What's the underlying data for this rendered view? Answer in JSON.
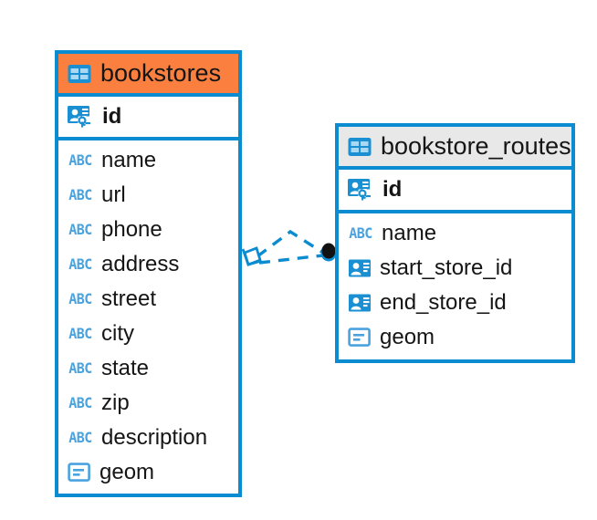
{
  "diagram": {
    "type": "entity-relationship-diagram",
    "background_color": "#ffffff",
    "accent_color": "#0b8bd0",
    "highlight_color": "#fb8040",
    "neutral_header_color": "#e8e8e8",
    "icon_color": "#1a8fd1",
    "text_icon_color": "#4aa3df"
  },
  "entities": [
    {
      "id": "bookstores",
      "name": "bookstores",
      "header_style": "accent",
      "table_icon": "table-icon",
      "primary_key": {
        "name": "id",
        "icon": "primary-key-icon"
      },
      "fields": [
        {
          "name": "name",
          "icon": "text-type-icon"
        },
        {
          "name": "url",
          "icon": "text-type-icon"
        },
        {
          "name": "phone",
          "icon": "text-type-icon"
        },
        {
          "name": "address",
          "icon": "text-type-icon"
        },
        {
          "name": "street",
          "icon": "text-type-icon"
        },
        {
          "name": "city",
          "icon": "text-type-icon"
        },
        {
          "name": "state",
          "icon": "text-type-icon"
        },
        {
          "name": "zip",
          "icon": "text-type-icon"
        },
        {
          "name": "description",
          "icon": "text-type-icon"
        },
        {
          "name": "geom",
          "icon": "geometry-type-icon"
        }
      ]
    },
    {
      "id": "bookstore_routes",
      "name": "bookstore_routes",
      "header_style": "neutral",
      "table_icon": "table-icon",
      "primary_key": {
        "name": "id",
        "icon": "primary-key-icon"
      },
      "fields": [
        {
          "name": "name",
          "icon": "text-type-icon"
        },
        {
          "name": "start_store_id",
          "icon": "foreign-key-icon"
        },
        {
          "name": "end_store_id",
          "icon": "foreign-key-icon"
        },
        {
          "name": "geom",
          "icon": "geometry-type-icon"
        }
      ]
    }
  ],
  "relationship": {
    "from_entity": "bookstores",
    "to_entity": "bookstore_routes",
    "line_style": "dashed",
    "from_marker": "diamond-crowsfoot",
    "to_marker": "filled-dot",
    "color": "#0b8bd0"
  },
  "icon_glyphs": {
    "text_type_label": "ABC"
  }
}
